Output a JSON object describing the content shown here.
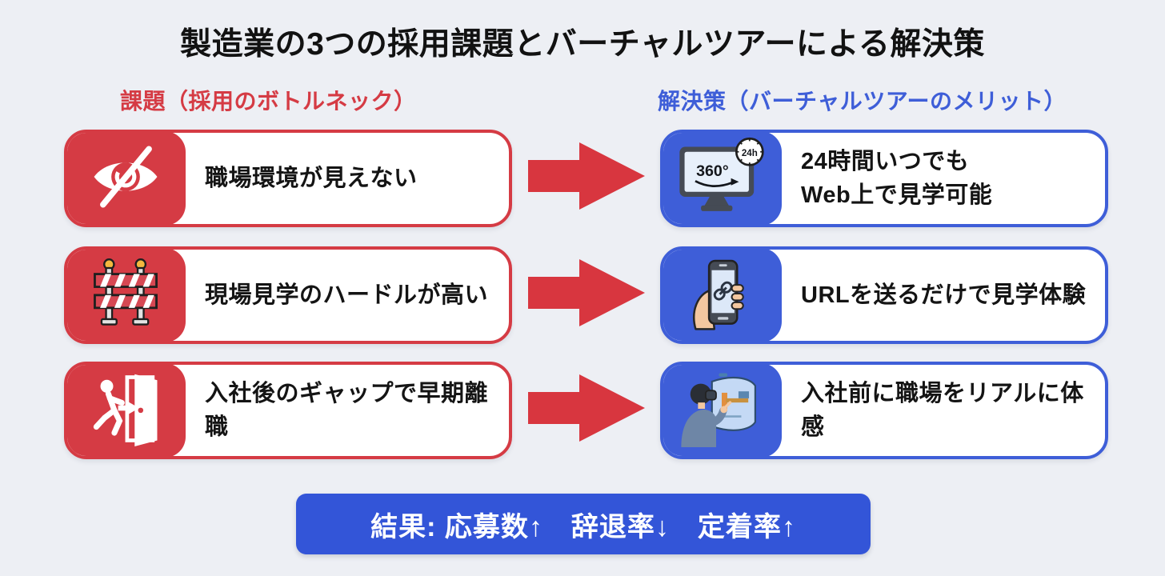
{
  "title": "製造業の3つの採用課題とバーチャルツアーによる解決策",
  "headers": {
    "problems": "課題（採用のボトルネック）",
    "solutions": "解決策（バーチャルツアーのメリット）"
  },
  "rows": [
    {
      "problem": "職場環境が見えない",
      "problem_icon": "eye-slash-icon",
      "solution_lines": [
        "24時間いつでも",
        "Web上で見学可能"
      ],
      "solution_icon": "monitor-360-icon"
    },
    {
      "problem": "現場見学のハードルが高い",
      "problem_icon": "barrier-icon",
      "solution_lines": [
        "URLを送るだけで見学体験"
      ],
      "solution_icon": "phone-link-icon"
    },
    {
      "problem": "入社後のギャップで早期離職",
      "problem_icon": "exit-door-icon",
      "solution_lines": [
        "入社前に職場をリアルに体感"
      ],
      "solution_icon": "vr-headset-icon"
    }
  ],
  "icons": {
    "monitor_label": "360°",
    "clock_label": "24h"
  },
  "result_banner": "結果: 応募数↑　辞退率↓　定着率↑",
  "colors": {
    "problem_red": "#d53b44",
    "solution_blue": "#3e5ed8",
    "banner_blue": "#3355d8",
    "background": "#edeff4",
    "text_dark": "#121212",
    "card_white": "#ffffff"
  }
}
